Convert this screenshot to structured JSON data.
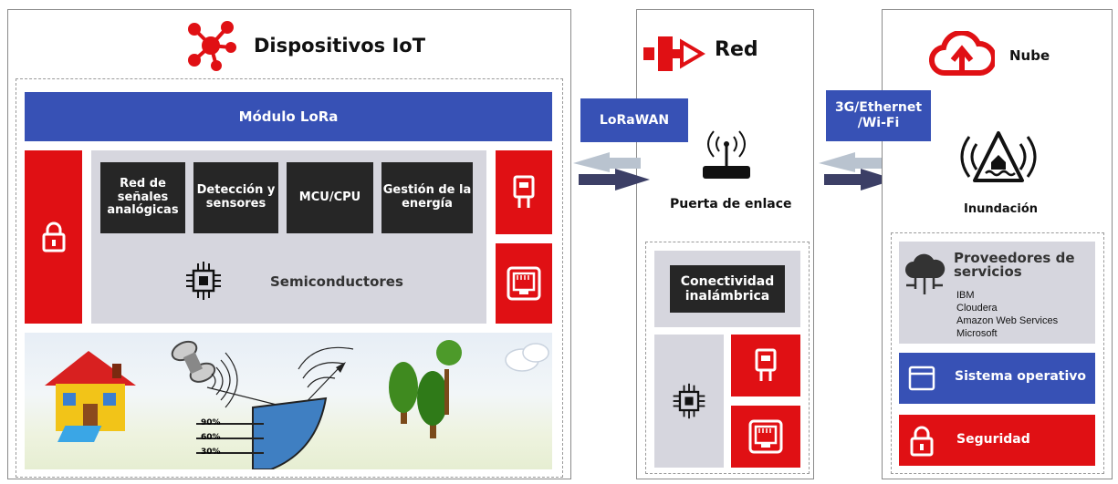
{
  "iot": {
    "title": "Dispositivos IoT",
    "lora": "Módulo LoRa",
    "blocks": [
      "Red de señales analógicas",
      "Detección y sensores",
      "MCU/CPU",
      "Gestión de la energía"
    ],
    "semis": "Semiconductores",
    "levels": [
      "90%",
      "60%",
      "30%"
    ]
  },
  "red": {
    "title": "Red",
    "protocol": "LoRaWAN",
    "gateway": "Puerta de enlace",
    "wireless": "Conectividad inalámbrica"
  },
  "nube": {
    "title": "Nube",
    "protocol": "3G/Ethernet /Wi-Fi",
    "flood": "Inundación",
    "providers_title": "Proveedores de servicios",
    "providers": [
      "IBM",
      "Cloudera",
      "Amazon Web Services",
      "Microsoft"
    ],
    "os": "Sistema operativo",
    "security": "Seguridad"
  },
  "colors": {
    "blue": "#3751b5",
    "red": "#e01014",
    "dark": "#262626",
    "gray": "#d6d6de"
  }
}
